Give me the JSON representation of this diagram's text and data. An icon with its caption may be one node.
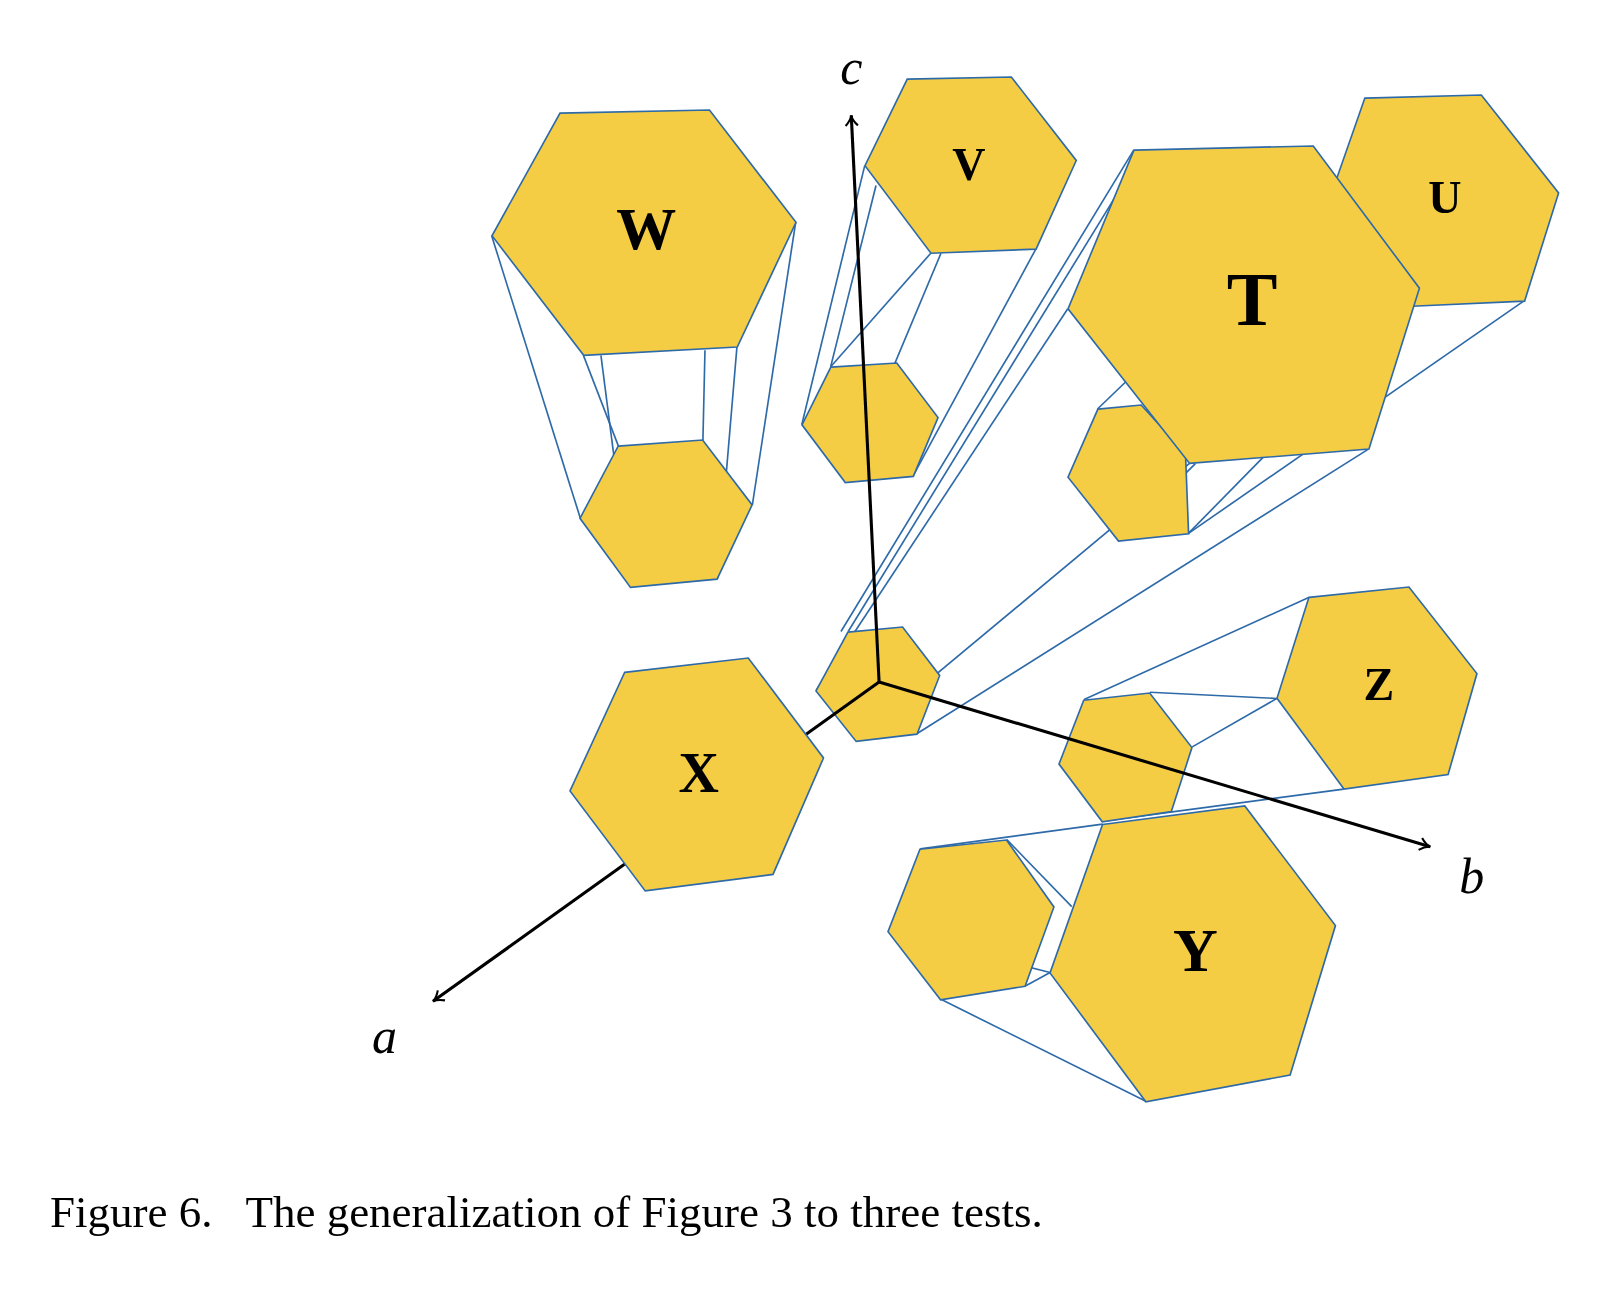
{
  "diagram": {
    "caption": "Figure 6.   The generalization of Figure 3 to three tests.",
    "nodes": [
      {
        "text": [
          "W"
        ]
      },
      {
        "text": [
          "V"
        ]
      },
      {
        "text": [
          "U"
        ]
      },
      {
        "text": [
          "T"
        ]
      },
      {
        "text": [
          "X"
        ]
      },
      {
        "text": [
          "Z"
        ]
      },
      {
        "text": [
          "Y"
        ]
      },
      {
        "text": [],
        "shape": "hexagon"
      },
      {
        "text": [],
        "shape": "hexagon"
      },
      {
        "text": [],
        "shape": "hexagon"
      },
      {
        "text": [],
        "shape": "hexagon"
      },
      {
        "text": [],
        "shape": "hexagon"
      },
      {
        "text": [],
        "shape": "hexagon"
      }
    ],
    "labels": [
      "c",
      "b",
      "a"
    ]
  }
}
